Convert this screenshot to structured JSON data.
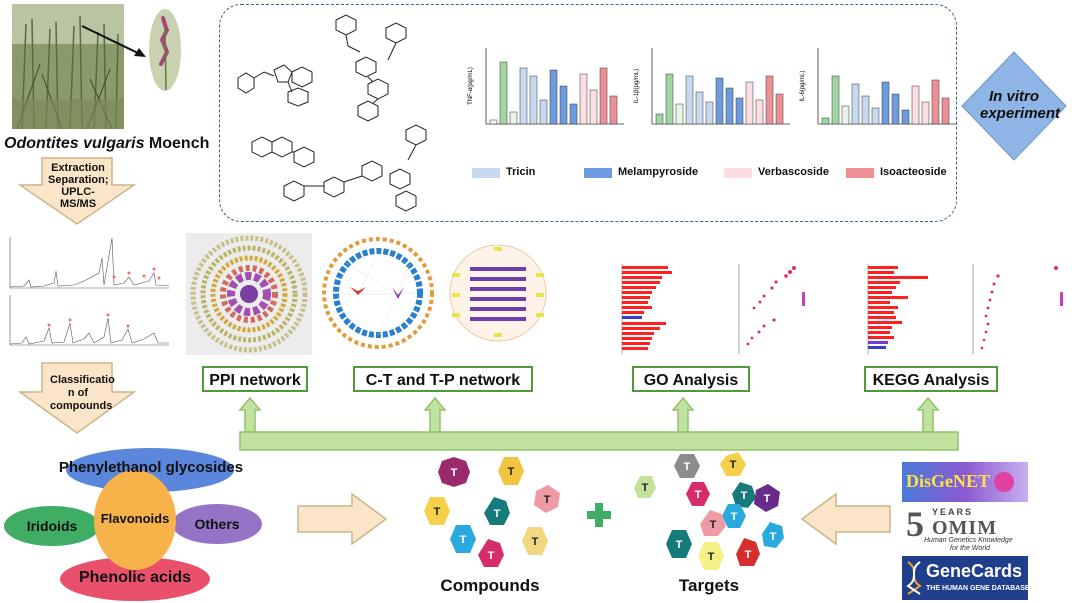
{
  "source": {
    "species_italic": "Odontites vulgaris",
    "species_rest": " Moench"
  },
  "steps": {
    "extraction": "Extraction Separation; UPLC-MS/MS",
    "classification": "Classificatio n of compounds"
  },
  "invitro": {
    "label": "In vitro experiment",
    "legend": [
      "Tricin",
      "Melampyroside",
      "Verbascoside",
      "Isoacteoside"
    ],
    "legend_colors": [
      "#c6d9f1",
      "#6d9be0",
      "#fbdde2",
      "#ee8f96"
    ],
    "charts": [
      {
        "ylabel": "TNF-α(pg/mL)"
      },
      {
        "ylabel": "IL-1β(pg/mL)"
      },
      {
        "ylabel": "IL-6(pg/mL)"
      }
    ]
  },
  "networks": {
    "ppi": "PPI network",
    "ctp": "C-T and T-P network",
    "go": "GO Analysis",
    "kegg": "KEGG Analysis"
  },
  "classes": {
    "phenylethanol": "Phenylethanol glycosides",
    "iridoids": "Iridoids",
    "flavonoids": "Flavonoids",
    "others": "Others",
    "phenolic": "Phenolic acids"
  },
  "pool": {
    "token": "T",
    "compounds": "Compounds",
    "targets": "Targets"
  },
  "databases": {
    "disgenet": "DisGeNET",
    "omim_years": "YEARS",
    "omim_num": "5",
    "omim_name": "OMIM",
    "omim_tag1": "Human Genetics Knowledge",
    "omim_tag2": "for the World",
    "genecards": "GeneCards",
    "genecards_tag": "THE HUMAN GENE DATABASE"
  },
  "colors": {
    "arrow_fill": "#fbe5c8",
    "arrow_stroke": "#c9b58a",
    "green_arrow": "#8fc36a",
    "box_border": "#4e9a3c",
    "dash_border": "#3a5f9a",
    "diamond": "#8fb4e6",
    "bar_red": "#ff2020"
  }
}
